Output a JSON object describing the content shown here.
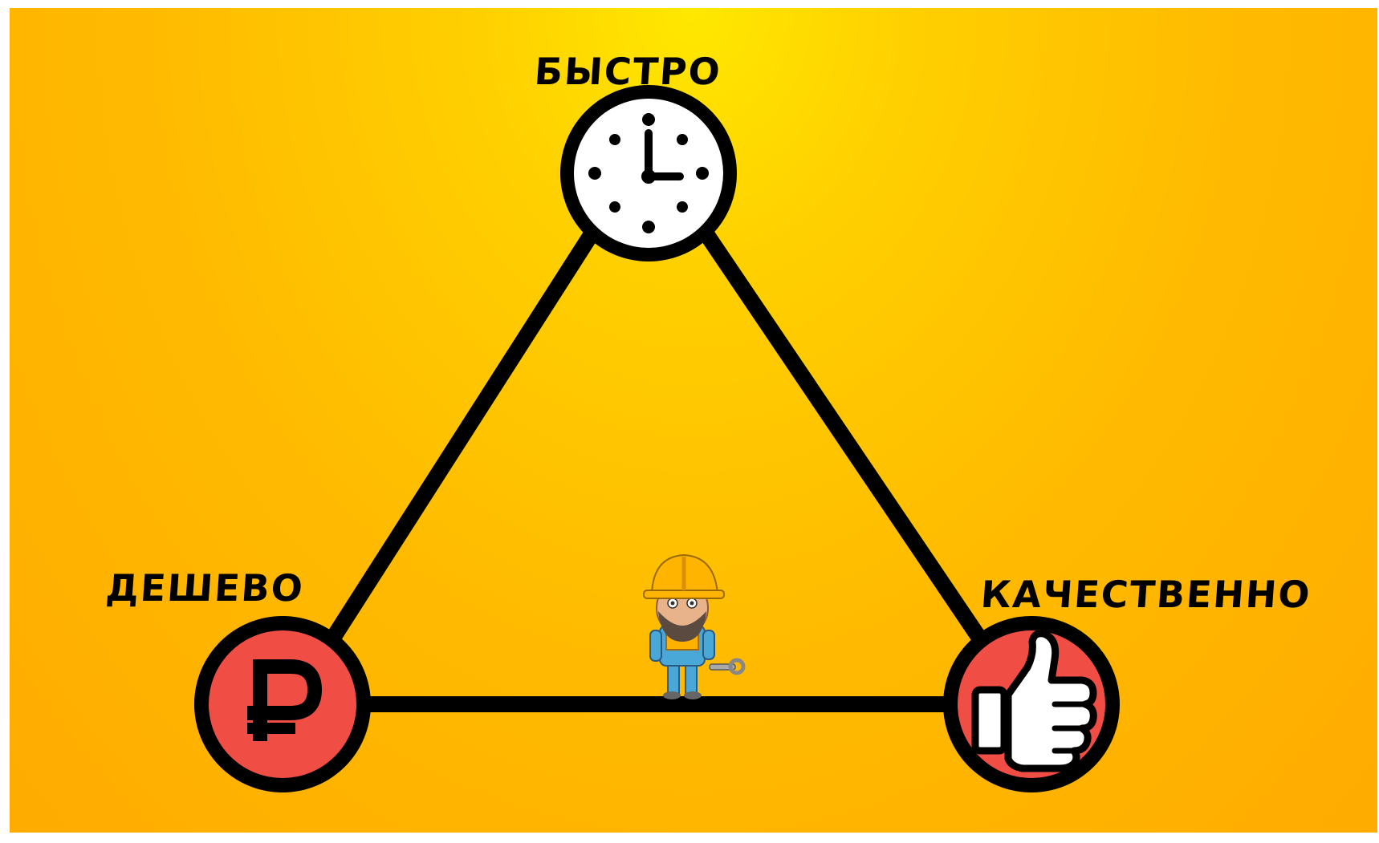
{
  "diagram": {
    "top_label": "БЫСТРО",
    "left_label": "ДЕШЕВО",
    "right_label": "КАЧЕСТВЕННО",
    "icons": {
      "top": "clock-icon",
      "left": "ruble-icon",
      "right": "thumbs-up-icon",
      "center": "worker-mascot-icon"
    },
    "colors": {
      "background_top": "#ffe800",
      "background_bottom": "#ffab00",
      "node_red": "#f04e45",
      "line": "#000000",
      "clock_face": "#ffffff"
    }
  }
}
